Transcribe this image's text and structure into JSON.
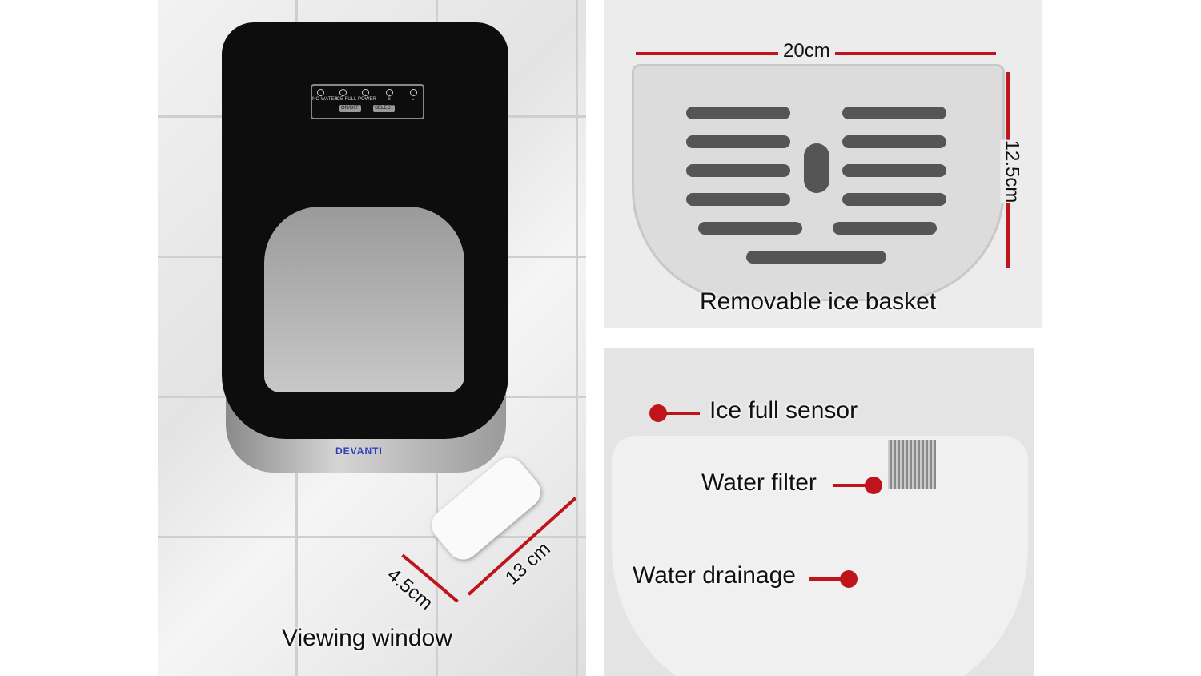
{
  "left_panel": {
    "caption": "Viewing window",
    "brand": "DEVANTI",
    "control_panel": {
      "indicators": [
        "NO WATER",
        "ICE FULL",
        "POWER",
        "S",
        "L"
      ],
      "buttons": [
        "ON/OFF",
        "SELECT"
      ]
    },
    "scoop_width": "4.5cm",
    "scoop_length": "13 cm"
  },
  "top_right_panel": {
    "caption": "Removable ice basket",
    "width": "20cm",
    "height": "12.5cm"
  },
  "bottom_right_panel": {
    "labels": [
      "Ice full sensor",
      "Water filter",
      "Water drainage"
    ]
  },
  "colors": {
    "annotation": "#c0141c",
    "body": "#0d0d0d"
  }
}
